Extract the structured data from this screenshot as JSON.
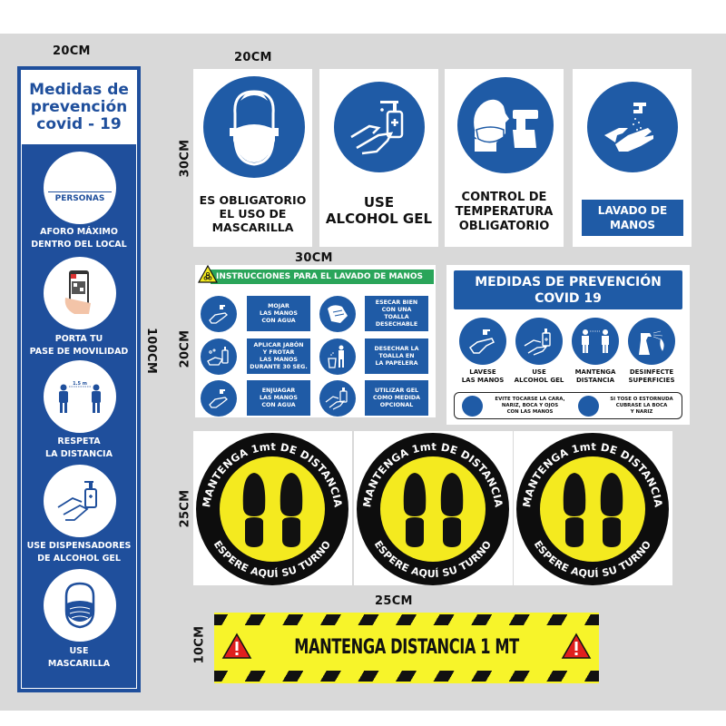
{
  "dimensions": {
    "banner_width": "20CM",
    "banner_height": "100CM",
    "signs_width": "20CM",
    "signs_height": "30CM",
    "instructions_width": "30CM",
    "instructions_height": "20CM",
    "floor_height": "25CM",
    "strip_width": "25CM",
    "strip_height": "10CM"
  },
  "banner": {
    "title_line1": "Medidas de",
    "title_line2": "prevención",
    "title_line3": "covid - 19",
    "items": [
      {
        "icon": "capacity-icon",
        "badge": "PERSONAS",
        "line1": "AFORO MÁXIMO",
        "line2": "DENTRO DEL LOCAL"
      },
      {
        "icon": "phone-qr-icon",
        "line1": "PORTA TU",
        "line2": "PASE DE MOVILIDAD"
      },
      {
        "icon": "distance-people-icon",
        "distance": "1.5 m",
        "line1": "RESPETA",
        "line2": "LA DISTANCIA"
      },
      {
        "icon": "sanitizer-hands-icon",
        "line1": "USE DISPENSADORES",
        "line2": "DE ALCOHOL GEL"
      },
      {
        "icon": "face-mask-icon",
        "line1": "USE",
        "line2": "MASCARILLA"
      }
    ]
  },
  "signs": [
    {
      "icon": "face-mask-icon",
      "line1": "ES OBLIGATORIO",
      "line2": "EL USO DE",
      "line3": "MASCARILLA"
    },
    {
      "icon": "sanitizer-hands-icon",
      "line1": "USE",
      "line2": "ALCOHOL GEL",
      "line3": ""
    },
    {
      "icon": "thermometer-icon",
      "line1": "CONTROL DE",
      "line2": "TEMPERATURA",
      "line3": "OBLIGATORIO"
    },
    {
      "icon": "hand-wash-icon",
      "line1": "LAVADO DE",
      "line2": "MANOS",
      "line3": ""
    }
  ],
  "instructions": {
    "title": "INSTRUCCIONES PARA EL LAVADO DE MANOS",
    "hazard_icon": "biohazard-icon",
    "steps": [
      {
        "icon": "hand-wash-icon",
        "lines": [
          "MOJAR",
          "LAS MANOS",
          "CON AGUA"
        ]
      },
      {
        "icon": "soap-icon",
        "lines": [
          "APLICAR JABÓN",
          "Y FROTAR",
          "LAS MANOS",
          "DURANTE 30 SEG."
        ]
      },
      {
        "icon": "hand-wash-icon",
        "lines": [
          "ENJUAGAR",
          "LAS MANOS",
          "CON AGUA"
        ]
      },
      {
        "icon": "towel-icon",
        "lines": [
          "ESECAR BIEN",
          "CON UNA",
          "TOALLA",
          "DESECHABLE"
        ]
      },
      {
        "icon": "trash-bin-icon",
        "lines": [
          "DESECHAR LA",
          "TOALLA EN",
          "LA PAPELERA"
        ]
      },
      {
        "icon": "sanitizer-hands-icon",
        "lines": [
          "UTILIZAR GEL",
          "COMO MEDIDA",
          "OPCIONAL"
        ]
      }
    ]
  },
  "medidas": {
    "title_line1": "MEDIDAS DE PREVENCIÓN",
    "title_line2": "COVID 19",
    "items": [
      {
        "icon": "hand-wash-icon",
        "line1": "LAVESE",
        "line2": "LAS MANOS"
      },
      {
        "icon": "sanitizer-hands-icon",
        "line1": "USE",
        "line2": "ALCOHOL GEL"
      },
      {
        "icon": "distance-people-icon",
        "line1": "MANTENGA",
        "line2": "DISTANCIA"
      },
      {
        "icon": "spray-bottle-icon",
        "line1": "DESINFECTE",
        "line2": "SUPERFICIES"
      }
    ],
    "footer": [
      {
        "icon": "no-face-touch-icon",
        "lines": [
          "EVITE TOCARSE LA CARA,",
          "NARIZ, BOCA Y OJOS",
          "CON LAS MANOS"
        ]
      },
      {
        "icon": "cough-elbow-icon",
        "lines": [
          "SI TOSE O ESTORNUDA",
          "CUBRASE LA BOCA",
          "Y NARIZ"
        ]
      }
    ]
  },
  "floor_stickers": {
    "count": 3,
    "top_text": "MANTENGA 1mt DE DISTANCIA",
    "bottom_text": "ESPERE AQUÍ SU TURNO",
    "icon": "footprints-icon"
  },
  "strip": {
    "text": "MANTENGA DISTANCIA 1 MT",
    "icon": "warning-triangle-icon"
  },
  "colors": {
    "brand_blue": "#1f5ba6",
    "banner_blue": "#1f4f9c",
    "green": "#2aa55a",
    "yellow": "#f4ea1f",
    "black": "#0d0d0d",
    "warning_red": "#e0201e",
    "background": "#d9d9d9"
  }
}
